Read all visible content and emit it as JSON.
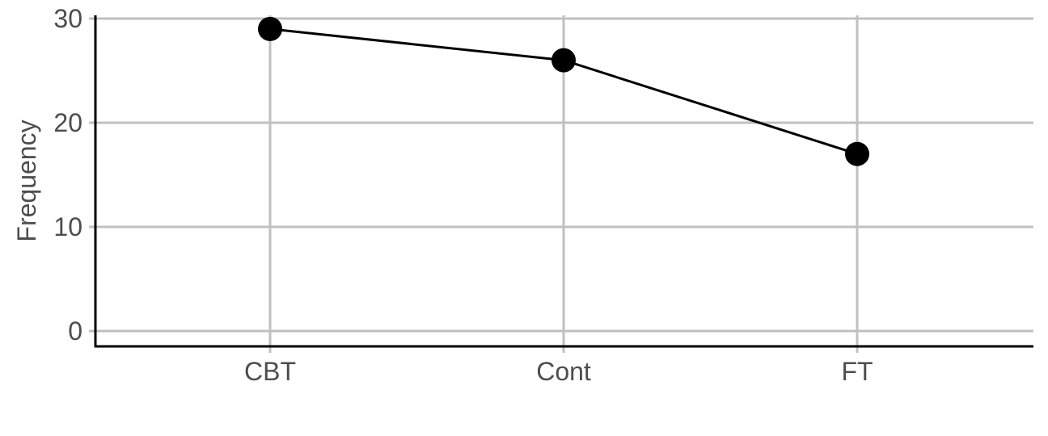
{
  "chart_data": {
    "type": "line",
    "categories": [
      "CBT",
      "Cont",
      "FT"
    ],
    "series": [
      {
        "values": [
          29,
          26,
          17
        ]
      }
    ],
    "title": "",
    "xlabel": "",
    "ylabel": "Frequency",
    "ylim": [
      0,
      30
    ],
    "yticks": [
      0,
      10,
      20,
      30
    ],
    "grid": true,
    "legend": "none",
    "colors": {
      "line": "#000000",
      "point": "#000000",
      "grid": "#c0c0c0",
      "axis": "#000000",
      "text": "#4d4d4d"
    }
  }
}
